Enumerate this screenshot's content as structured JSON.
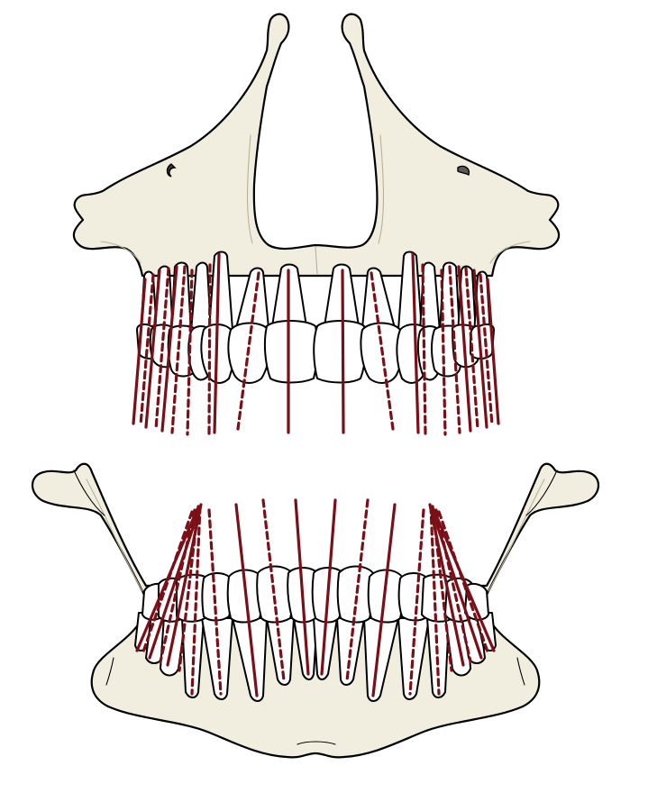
{
  "colors": {
    "bone": "#f1eee0",
    "bone_detail": "#b7b196",
    "tooth": "#ffffff",
    "outline": "#000000",
    "axis": "#7b0f17"
  },
  "maxilla": {
    "axes": [
      {
        "tooth": "upper-right-third-molar",
        "style": "solid",
        "crown": [
          161,
          310
        ],
        "apex": [
          148,
          470
        ]
      },
      {
        "tooth": "upper-right-third-molar",
        "style": "dashed",
        "crown": [
          170,
          305
        ],
        "apex": [
          156,
          472
        ]
      },
      {
        "tooth": "upper-right-second-molar",
        "style": "solid",
        "crown": [
          177,
          300
        ],
        "apex": [
          162,
          474
        ]
      },
      {
        "tooth": "upper-right-second-molar",
        "style": "dashed",
        "crown": [
          187,
          298
        ],
        "apex": [
          173,
          476
        ]
      },
      {
        "tooth": "upper-right-first-molar",
        "style": "solid",
        "crown": [
          196,
          296
        ],
        "apex": [
          180,
          478
        ]
      },
      {
        "tooth": "upper-right-first-molar",
        "style": "dashed",
        "crown": [
          205,
          296
        ],
        "apex": [
          191,
          480
        ]
      },
      {
        "tooth": "upper-right-second-premolar",
        "style": "dashed",
        "crown": [
          213,
          300
        ],
        "apex": [
          208,
          482
        ]
      },
      {
        "tooth": "upper-right-first-premolar",
        "style": "dashed",
        "crown": [
          233,
          294
        ],
        "apex": [
          232,
          482
        ]
      },
      {
        "tooth": "upper-right-canine",
        "style": "solid",
        "crown": [
          243,
          282
        ],
        "apex": [
          238,
          480
        ]
      },
      {
        "tooth": "upper-right-lateral-incisor",
        "style": "dashed",
        "crown": [
          287,
          303
        ],
        "apex": [
          264,
          476
        ]
      },
      {
        "tooth": "upper-right-central-incisor",
        "style": "solid",
        "crown": [
          320,
          300
        ],
        "apex": [
          320,
          480
        ]
      },
      {
        "tooth": "upper-left-central-incisor",
        "style": "solid",
        "crown": [
          380,
          300
        ],
        "apex": [
          381,
          480
        ]
      },
      {
        "tooth": "upper-left-lateral-incisor",
        "style": "dashed",
        "crown": [
          412,
          303
        ],
        "apex": [
          436,
          476
        ]
      },
      {
        "tooth": "upper-left-canine",
        "style": "solid",
        "crown": [
          458,
          282
        ],
        "apex": [
          464,
          480
        ]
      },
      {
        "tooth": "upper-left-first-premolar",
        "style": "dashed",
        "crown": [
          469,
          294
        ],
        "apex": [
          472,
          482
        ]
      },
      {
        "tooth": "upper-left-second-premolar",
        "style": "dashed",
        "crown": [
          490,
          300
        ],
        "apex": [
          494,
          482
        ]
      },
      {
        "tooth": "upper-left-first-molar",
        "style": "dashed",
        "crown": [
          499,
          296
        ],
        "apex": [
          510,
          480
        ]
      },
      {
        "tooth": "upper-left-first-molar",
        "style": "solid",
        "crown": [
          509,
          296
        ],
        "apex": [
          522,
          478
        ]
      },
      {
        "tooth": "upper-left-second-molar",
        "style": "dashed",
        "crown": [
          517,
          298
        ],
        "apex": [
          530,
          476
        ]
      },
      {
        "tooth": "upper-left-second-molar",
        "style": "solid",
        "crown": [
          526,
          300
        ],
        "apex": [
          540,
          474
        ]
      },
      {
        "tooth": "upper-left-third-molar",
        "style": "dashed",
        "crown": [
          533,
          305
        ],
        "apex": [
          546,
          472
        ]
      },
      {
        "tooth": "upper-left-third-molar",
        "style": "solid",
        "crown": [
          541,
          310
        ],
        "apex": [
          553,
          470
        ]
      }
    ]
  },
  "mandible": {
    "axes": [
      {
        "tooth": "lower-right-third-molar",
        "style": "solid",
        "crown": [
          219,
          565
        ],
        "apex": [
          152,
          722
        ]
      },
      {
        "tooth": "lower-right-third-molar",
        "style": "dashed",
        "crown": [
          213,
          568
        ],
        "apex": [
          158,
          726
        ]
      },
      {
        "tooth": "lower-right-second-molar",
        "style": "solid",
        "crown": [
          222,
          562
        ],
        "apex": [
          166,
          730
        ]
      },
      {
        "tooth": "lower-right-second-molar",
        "style": "dashed",
        "crown": [
          216,
          566
        ],
        "apex": [
          178,
          734
        ]
      },
      {
        "tooth": "lower-right-first-molar",
        "style": "solid",
        "crown": [
          223,
          560
        ],
        "apex": [
          186,
          738
        ]
      },
      {
        "tooth": "lower-right-first-molar",
        "style": "dashed",
        "crown": [
          220,
          562
        ],
        "apex": [
          199,
          744
        ]
      },
      {
        "tooth": "lower-right-second-premolar",
        "style": "dashed",
        "crown": [
          222,
          562
        ],
        "apex": [
          213,
          770
        ]
      },
      {
        "tooth": "lower-right-first-premolar",
        "style": "dashed",
        "crown": [
          232,
          566
        ],
        "apex": [
          245,
          770
        ]
      },
      {
        "tooth": "lower-right-canine",
        "style": "solid",
        "crown": [
          262,
          560
        ],
        "apex": [
          285,
          772
        ]
      },
      {
        "tooth": "lower-right-lateral-incisor",
        "style": "dashed",
        "crown": [
          292,
          555
        ],
        "apex": [
          315,
          755
        ]
      },
      {
        "tooth": "lower-right-central-incisor",
        "style": "solid",
        "crown": [
          328,
          555
        ],
        "apex": [
          342,
          748
        ]
      },
      {
        "tooth": "lower-left-central-incisor",
        "style": "solid",
        "crown": [
          372,
          555
        ],
        "apex": [
          357,
          748
        ]
      },
      {
        "tooth": "lower-left-lateral-incisor",
        "style": "dashed",
        "crown": [
          408,
          555
        ],
        "apex": [
          385,
          755
        ]
      },
      {
        "tooth": "lower-left-canine",
        "style": "solid",
        "crown": [
          438,
          560
        ],
        "apex": [
          414,
          772
        ]
      },
      {
        "tooth": "lower-left-first-premolar",
        "style": "dashed",
        "crown": [
          470,
          566
        ],
        "apex": [
          455,
          770
        ]
      },
      {
        "tooth": "lower-left-second-premolar",
        "style": "dashed",
        "crown": [
          478,
          562
        ],
        "apex": [
          487,
          770
        ]
      },
      {
        "tooth": "lower-left-first-molar",
        "style": "dashed",
        "crown": [
          480,
          562
        ],
        "apex": [
          501,
          744
        ]
      },
      {
        "tooth": "lower-left-first-molar",
        "style": "solid",
        "crown": [
          477,
          560
        ],
        "apex": [
          514,
          738
        ]
      },
      {
        "tooth": "lower-left-second-molar",
        "style": "dashed",
        "crown": [
          484,
          566
        ],
        "apex": [
          522,
          734
        ]
      },
      {
        "tooth": "lower-left-second-molar",
        "style": "solid",
        "crown": [
          478,
          562
        ],
        "apex": [
          534,
          730
        ]
      },
      {
        "tooth": "lower-left-third-molar",
        "style": "dashed",
        "crown": [
          487,
          568
        ],
        "apex": [
          542,
          726
        ]
      },
      {
        "tooth": "lower-left-third-molar",
        "style": "solid",
        "crown": [
          481,
          565
        ],
        "apex": [
          548,
          722
        ]
      }
    ]
  }
}
